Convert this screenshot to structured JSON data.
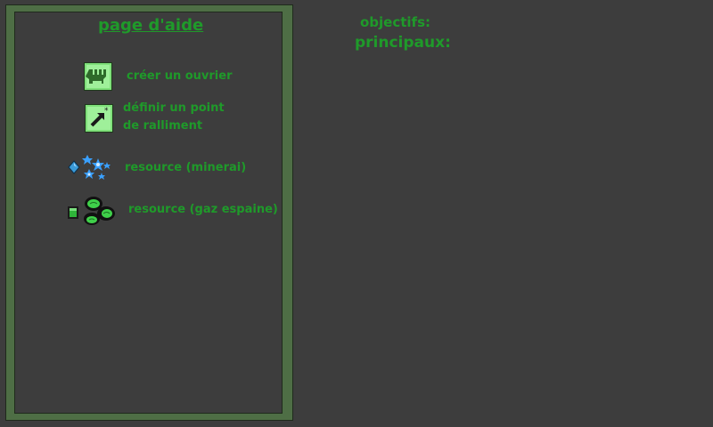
{
  "help": {
    "title": "page d'aide",
    "items": [
      {
        "label": "créer un ouvrier",
        "icon": "worker-helmet-icon"
      },
      {
        "label_line1": "définir un point",
        "label_line2": "de ralliment",
        "icon": "rally-arrow-icon"
      },
      {
        "label": "resource (minerai)",
        "icon": "blue-crystal-icon",
        "small_icon": "diamond-icon"
      },
      {
        "label": "resource (gaz espaine)",
        "icon": "green-gas-icon",
        "small_icon": "gas-canister-icon"
      }
    ]
  },
  "objectives": {
    "line1": "objectifs:",
    "line2": "principaux:"
  },
  "colors": {
    "background": "#3d3d3d",
    "frame": "#4e6e45",
    "text": "#1f9a2a"
  }
}
